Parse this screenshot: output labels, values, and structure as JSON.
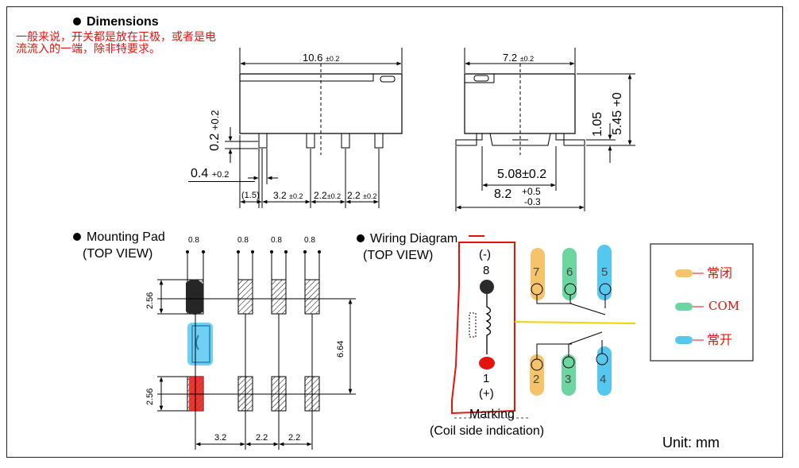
{
  "dimensions": {
    "title": "Dimensions",
    "note": "一般来说，开关都是放在正极，或者是电流流入的一端，除非特要求。",
    "front": {
      "width": "10.6",
      "width_tol": "±0.2",
      "pin_height": "0.2",
      "pin_height_tol": "+0.2",
      "pin_width": "0.4",
      "pin_width_tol": "+0.2",
      "offset": "(1.5)",
      "pitch_a": "3.2",
      "pitch_b": "2.2",
      "pitch_c": "2.2",
      "pitch_tol": "±0.2"
    },
    "side": {
      "width": "7.2",
      "width_tol": "±0.2",
      "height_a": "1.05",
      "height_b": "5.45",
      "height_b_tol": "+0",
      "pin_span": "5.08±0.2",
      "total_span": "8.2",
      "total_span_plus": "+0.5",
      "total_span_minus": "-0.3"
    }
  },
  "mounting_pad": {
    "title": "Mounting Pad",
    "subtitle": "(TOP VIEW)",
    "pad_width": "0.8",
    "pad_height_top": "2.56",
    "pad_height_bottom": "2.56",
    "row_span": "6.64",
    "pitch_a": "3.2",
    "pitch_b": "2.2",
    "pitch_c": "2.2"
  },
  "wiring": {
    "title": "Wiring Diagram",
    "subtitle": "(TOP VIEW)",
    "minus": "(-)",
    "plus": "(+)",
    "pin_8": "8",
    "pin_1": "1",
    "pins_top": [
      "7",
      "6",
      "5"
    ],
    "pins_bottom": [
      "2",
      "3",
      "4"
    ],
    "marking": "Marking",
    "marking_note": "(Coil side indication)"
  },
  "legend": {
    "items": [
      {
        "color": "#f5c46a",
        "label": "常闭"
      },
      {
        "color": "#6dd6a0",
        "label": "COM"
      },
      {
        "color": "#56c8ef",
        "label": "常开"
      }
    ]
  },
  "unit": "Unit: mm",
  "colors": {
    "annotation_red": "#e8120c",
    "normally_closed": "#f5c46a",
    "com": "#6dd6a0",
    "normally_open": "#56c8ef",
    "coil_black": "#222222",
    "pad_blue": "#56c8ef",
    "pad_red": "#e8241c",
    "yellow_line": "#f0d400"
  }
}
